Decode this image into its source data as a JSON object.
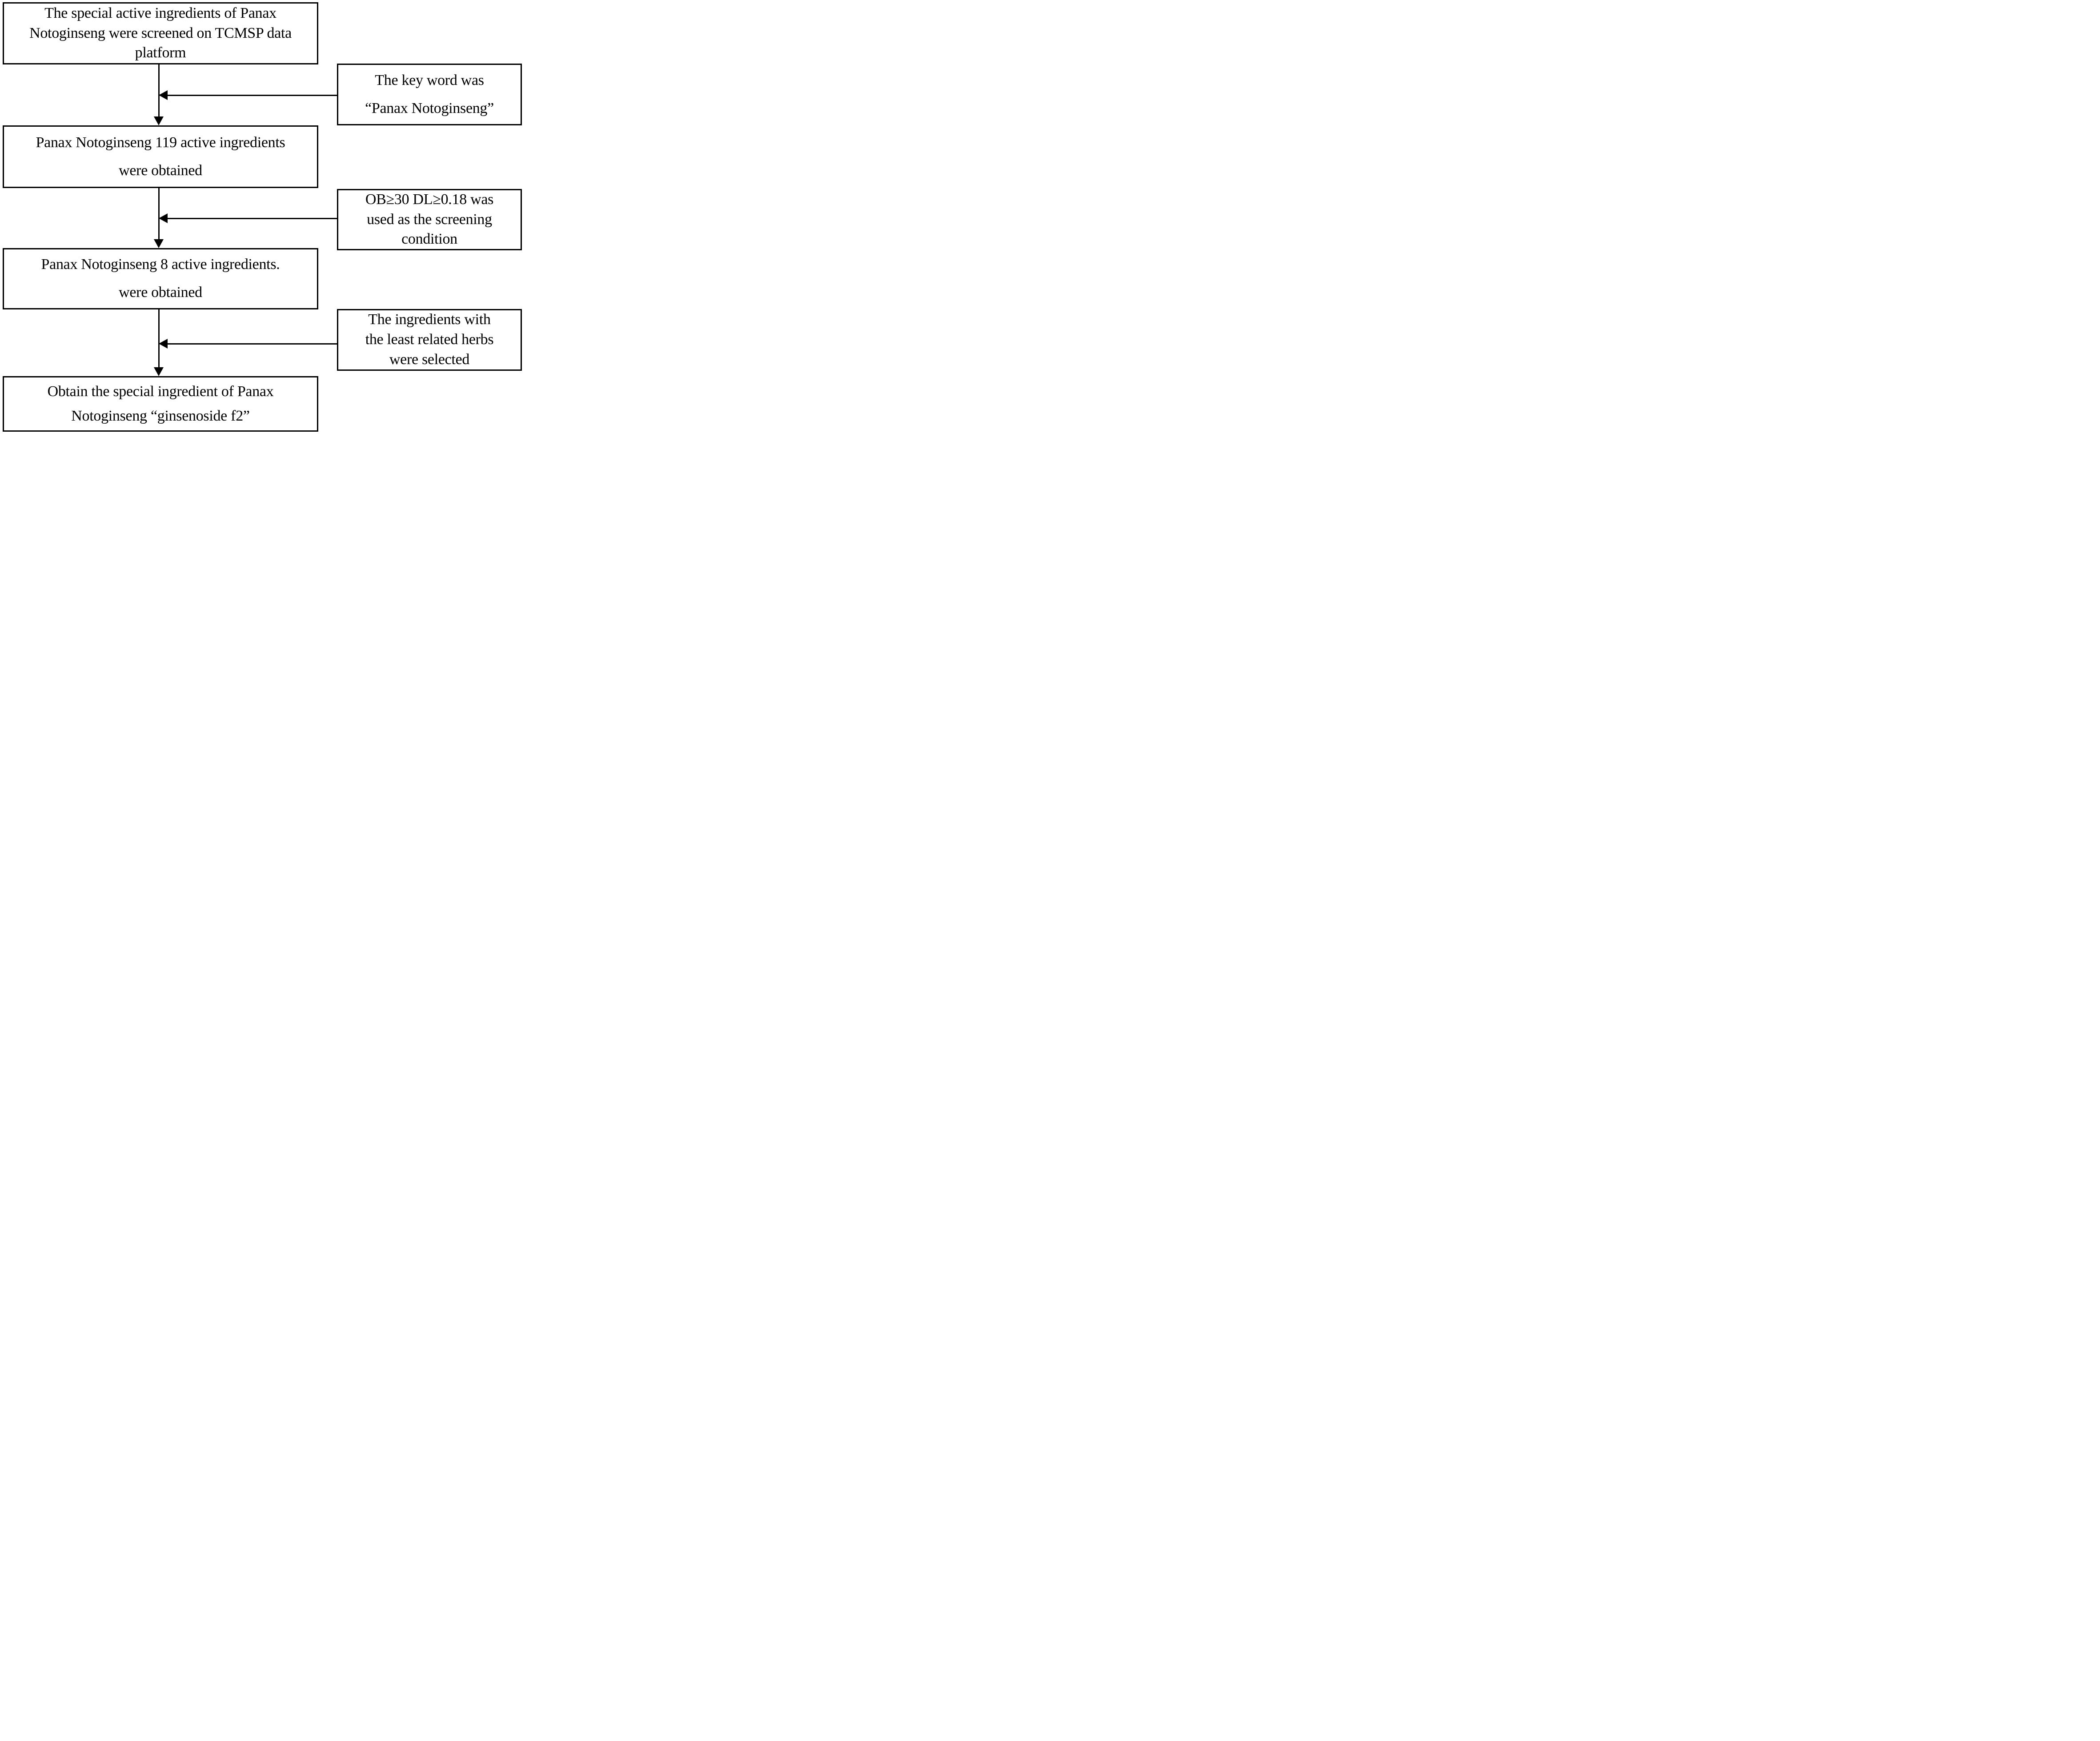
{
  "diagram": {
    "title": "Panax Notoginseng active-ingredient screening flowchart",
    "background_color": "#ffffff",
    "line_color": "#000000",
    "main_boxes": [
      {
        "id": "screened-on-tcmsp",
        "lines": [
          "The special active ingredients of Panax",
          "Notoginseng were screened on TCMSP data",
          "platform"
        ]
      },
      {
        "id": "119-ingredients-obtained",
        "lines": [
          "Panax Notoginseng 119 active ingredients",
          "were obtained"
        ]
      },
      {
        "id": "8-ingredients-obtained",
        "lines": [
          "Panax Notoginseng 8 active ingredients.",
          "were obtained"
        ]
      },
      {
        "id": "obtain-ginsenoside-f2",
        "lines": [
          "Obtain the special ingredient of Panax",
          "Notoginseng “ginsenoside f2”"
        ]
      }
    ],
    "side_boxes": [
      {
        "id": "keyword-annotation",
        "lines": [
          "The key word was",
          "“Panax Notoginseng”"
        ]
      },
      {
        "id": "screening-condition-annotation",
        "lines": [
          "OB≥30 DL≥0.18 was",
          "used as the screening",
          "condition"
        ]
      },
      {
        "id": "least-related-herbs-annotation",
        "lines": [
          "The ingredients with",
          "the least related herbs",
          "were selected"
        ]
      }
    ]
  }
}
